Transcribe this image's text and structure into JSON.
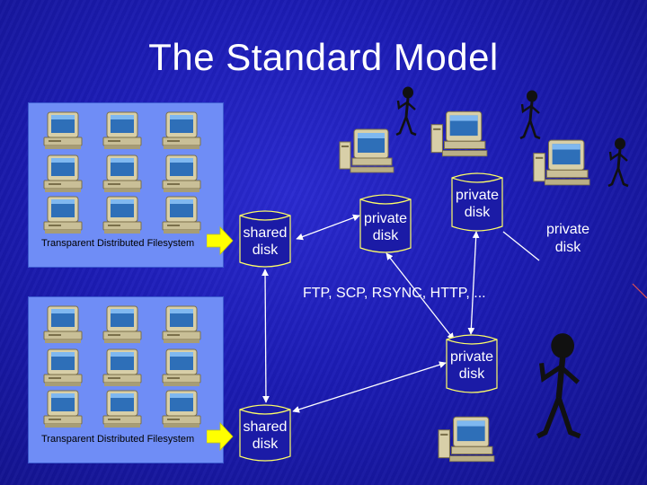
{
  "title": "The Standard Model",
  "clusters": [
    {
      "label": "Transparent Distributed Filesystem",
      "disk_label": [
        "shared",
        "disk"
      ]
    },
    {
      "label": "Transparent Distributed Filesystem",
      "disk_label": [
        "shared",
        "disk"
      ]
    }
  ],
  "disks": [
    {
      "id": "private-disk-1",
      "lines": [
        "private",
        "disk"
      ]
    },
    {
      "id": "private-disk-2",
      "lines": [
        "private",
        "disk"
      ]
    },
    {
      "id": "private-disk-3",
      "lines": [
        "private",
        "disk"
      ]
    },
    {
      "id": "private-disk-4",
      "lines": [
        "private",
        "disk"
      ]
    }
  ],
  "protocols": "FTP, SCP, RSYNC, HTTP, ...",
  "colors": {
    "background": "#1c1cb4",
    "cluster_fill": "#6f8df6",
    "arrow": "#ffff00",
    "connector": "#ffffff",
    "text": "#ffffff"
  },
  "icons": [
    "desktop-computer-icon",
    "stick-figure-icon",
    "cylinder-disk-icon",
    "block-arrow-icon"
  ]
}
